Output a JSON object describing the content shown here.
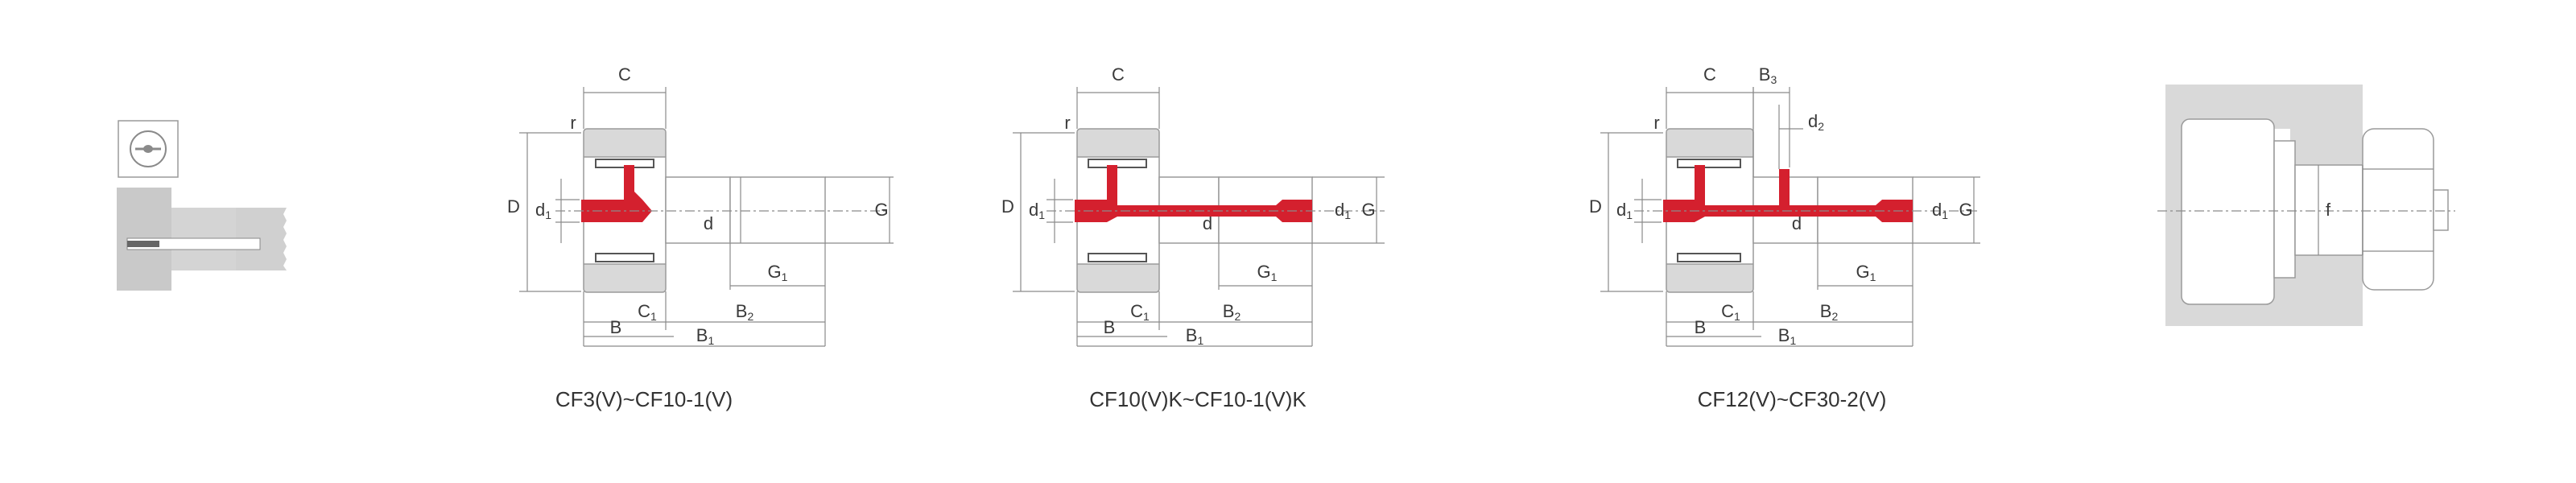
{
  "captions": [
    "CF3(V)~CF10-1(V)",
    "CF10(V)K~CF10-1(V)K",
    "CF12(V)~CF30-2(V)"
  ],
  "dims": {
    "C": "C",
    "r": "r",
    "D": "D",
    "d": "d",
    "G": "G",
    "B": "B",
    "base_d": "d",
    "base_C": "C",
    "base_B": "B",
    "base_G": "G",
    "sub_1": "1",
    "sub_2": "2",
    "sub_3": "3",
    "f": "f"
  },
  "colors": {
    "oil_path": "#d4202e",
    "body_fill": "#d9d9d9",
    "body_fill_dark": "#c9c9c9",
    "line": "#8a8a8a"
  }
}
